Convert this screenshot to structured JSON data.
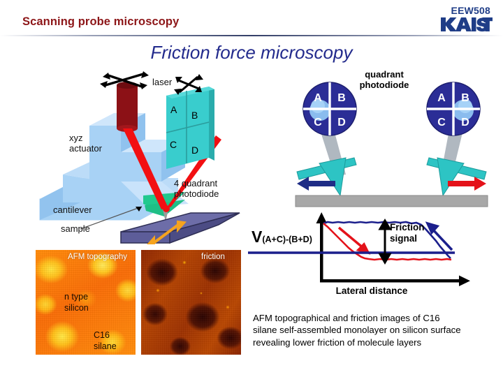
{
  "header": {
    "title": "Scanning probe microscopy",
    "course_code": "EEW508",
    "logo_text": "KAIST"
  },
  "slide": {
    "title": "Friction force microscopy"
  },
  "afm_schematic": {
    "laser_label": "laser",
    "actuator_label": "xyz\nactuator",
    "cantilever_label": "cantilever",
    "sample_label": "sample",
    "photodiode_label": "4 quadrant\nphotodiode",
    "quadrants": [
      "A",
      "B",
      "C",
      "D"
    ]
  },
  "quadrant_diagram": {
    "title": "quadrant\nphotodiode",
    "left_detector_quadrants": [
      "A",
      "B",
      "C",
      "D"
    ],
    "right_detector_quadrants": [
      "A",
      "B",
      "C",
      "D"
    ],
    "left_scan_direction": "left",
    "right_scan_direction": "right",
    "left_arrow_color": "#1f2d86",
    "right_arrow_color": "#e4121a"
  },
  "friction_plot": {
    "y_axis_label_main": "V",
    "y_axis_label_sub": "(A+C)-(B+D)",
    "x_axis_label": "Lateral distance",
    "annotation": "Friction\nsignal",
    "trace_forward_color": "#e4121a",
    "trace_backward_color": "#1b1f8c"
  },
  "afm_images": {
    "topography": {
      "caption": "AFM topography",
      "annotation_1": "n type\nsilicon",
      "annotation_2": "C16\nsilane"
    },
    "friction": {
      "caption": "friction"
    }
  },
  "description": {
    "text": "AFM topographical and friction images of C16 silane self-assembled monolayer on silicon surface revealing lower friction of molecule layers"
  },
  "colors": {
    "header_title": "#8d1618",
    "course_code": "#1f3d87",
    "slide_title": "#222a8c",
    "laser_red": "#8c1116",
    "beam_red": "#f20f12",
    "actuator_blue": "#a8d2f5",
    "cantilever_green": "#21c98e",
    "sample_purple": "#5d5d99",
    "photodiode_teal": "#39cdcd",
    "detector_blue": "#2b2d96",
    "spot_blue": "#8fc4f2",
    "substrate_gray": "#a8a8a8",
    "arrow_orange": "#f5a31e"
  }
}
